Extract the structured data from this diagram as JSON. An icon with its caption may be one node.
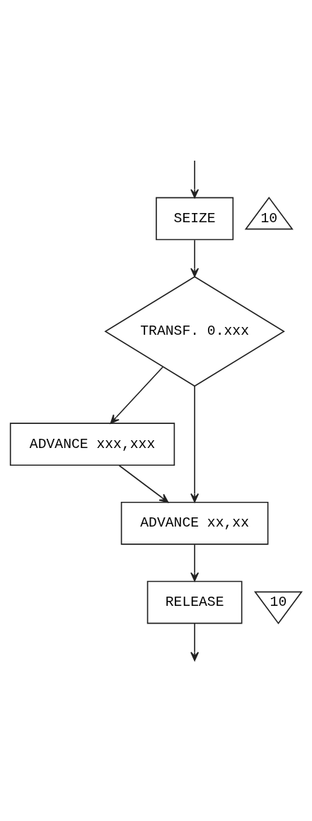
{
  "diagram": {
    "nodes": [
      {
        "text": [
          "SEIZE"
        ]
      },
      {
        "text": [
          "10"
        ]
      },
      {
        "text": [
          "TRANSF. 0.xxx"
        ]
      },
      {
        "text": [
          "ADVANCE xxx,xxx"
        ]
      },
      {
        "text": [
          "ADVANCE xx,xx"
        ]
      },
      {
        "text": [
          "RELEASE"
        ]
      },
      {
        "text": [
          "10"
        ]
      }
    ],
    "edges": [
      {
        "from": null,
        "to": 0,
        "arrow": "to"
      },
      {
        "from": 0,
        "to": 2,
        "arrow": "to"
      },
      {
        "from": 2,
        "to": 3,
        "arrow": "to"
      },
      {
        "from": 2,
        "to": 4,
        "arrow": "to"
      },
      {
        "from": 3,
        "to": 4,
        "arrow": "to"
      },
      {
        "from": 4,
        "to": 5,
        "arrow": "to"
      },
      {
        "from": 5,
        "to": null,
        "arrow": "to"
      }
    ]
  }
}
